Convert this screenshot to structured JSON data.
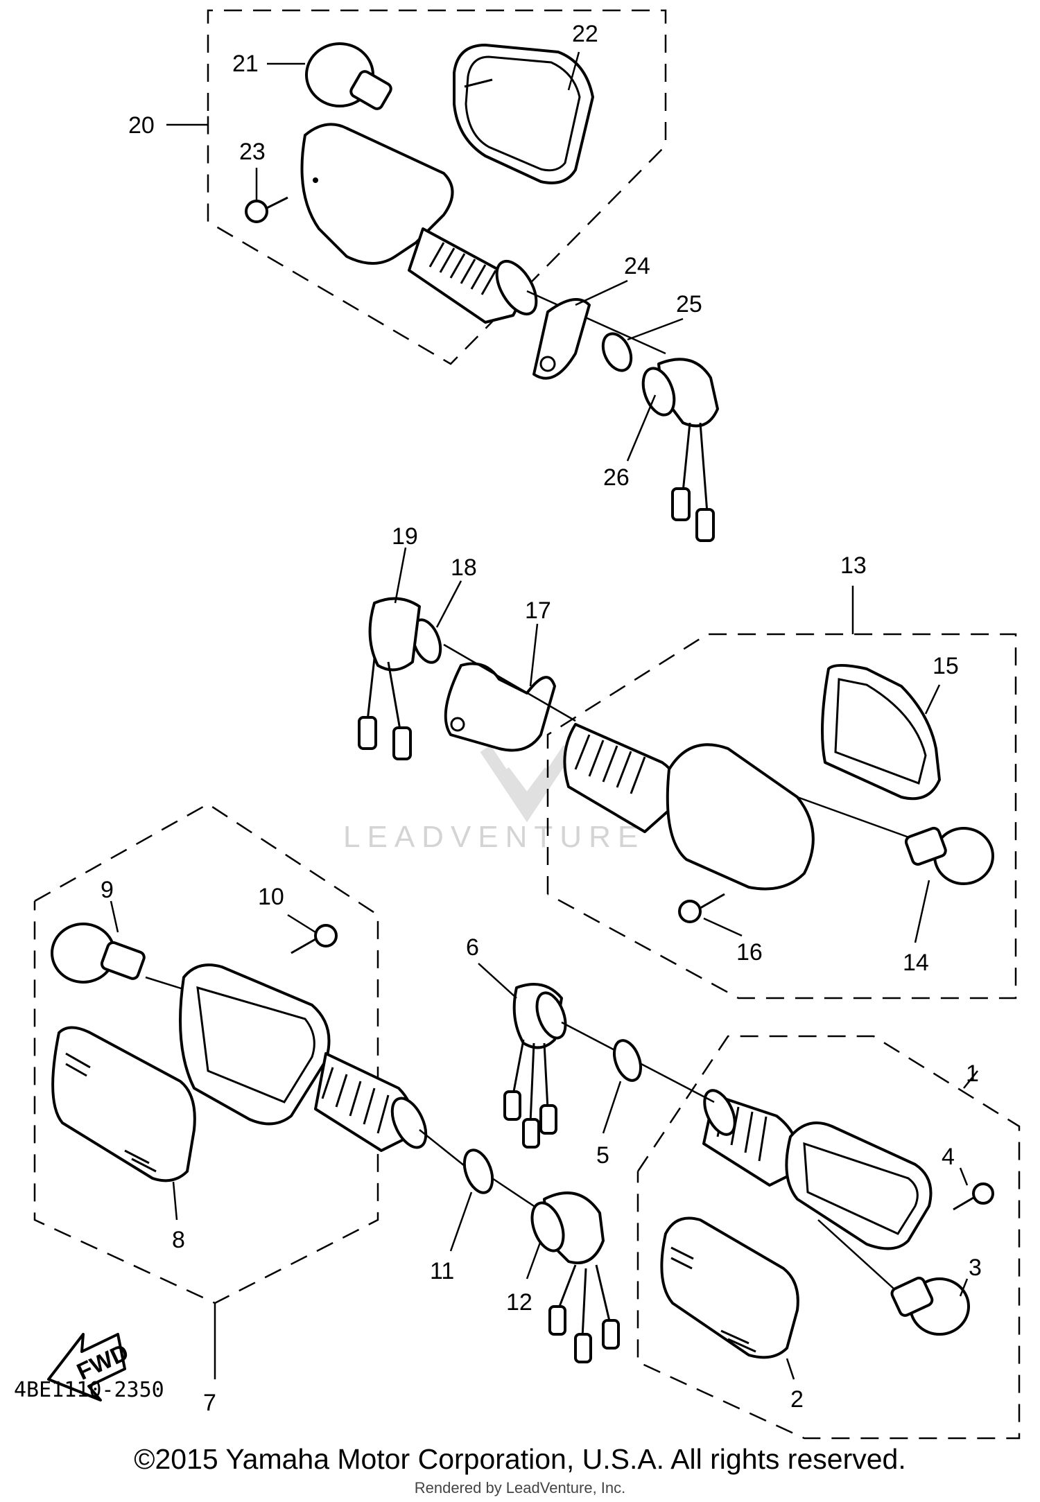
{
  "diagram_code": "4BE1110-2350",
  "copyright": "©2015 Yamaha Motor Corporation, U.S.A. All rights reserved.",
  "rendered_by": "Rendered by LeadVenture, Inc.",
  "watermark": "LEADVENTURE",
  "fwd_label": "FWD",
  "parts": [
    "1",
    "2",
    "3",
    "4",
    "5",
    "6",
    "7",
    "8",
    "9",
    "10",
    "11",
    "12",
    "13",
    "14",
    "15",
    "16",
    "17",
    "18",
    "19",
    "20",
    "21",
    "22",
    "23",
    "24",
    "25",
    "26"
  ]
}
